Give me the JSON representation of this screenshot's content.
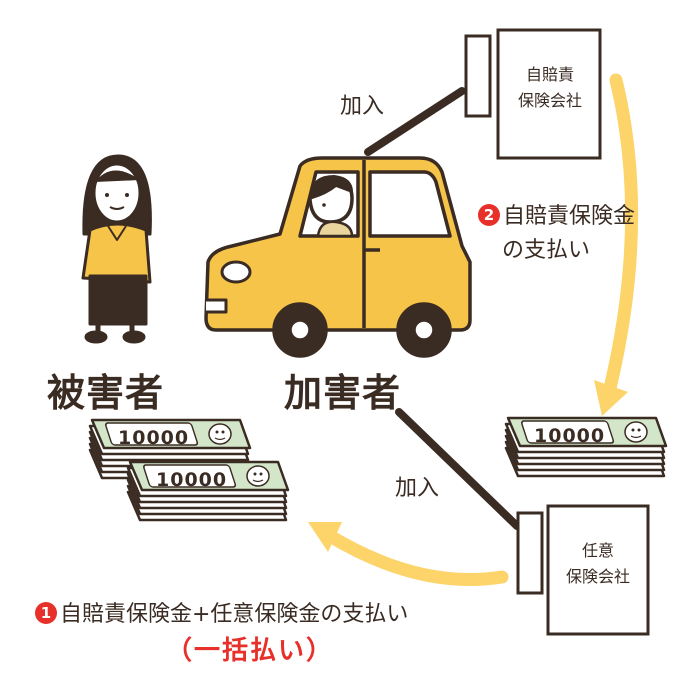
{
  "labels": {
    "victim": "被害者",
    "perpetrator": "加害者",
    "join_top": "加入",
    "join_bottom": "加入"
  },
  "companies": {
    "compulsory": {
      "line1": "自賠責",
      "line2": "保険会社"
    },
    "voluntary": {
      "line1": "任意",
      "line2": "保険会社"
    }
  },
  "payments": {
    "step2_number": "2",
    "step2_line1": "自賠責保険金",
    "step2_line2": "の支払い",
    "step1_number": "1",
    "step1_text": "自賠責保険金+任意保険金の支払い",
    "step1_note": "（一括払い）"
  },
  "banknote": {
    "denomination": "10000"
  },
  "colors": {
    "arrow": "#fcd46a",
    "car_body": "#f6c449",
    "outline": "#3a2b23",
    "accent_red": "#e8302a",
    "note_green": "#d3e6c9"
  },
  "icons": [
    "woman-figure",
    "car-with-driver",
    "banknote-stack",
    "company-signboard",
    "curved-arrow"
  ]
}
